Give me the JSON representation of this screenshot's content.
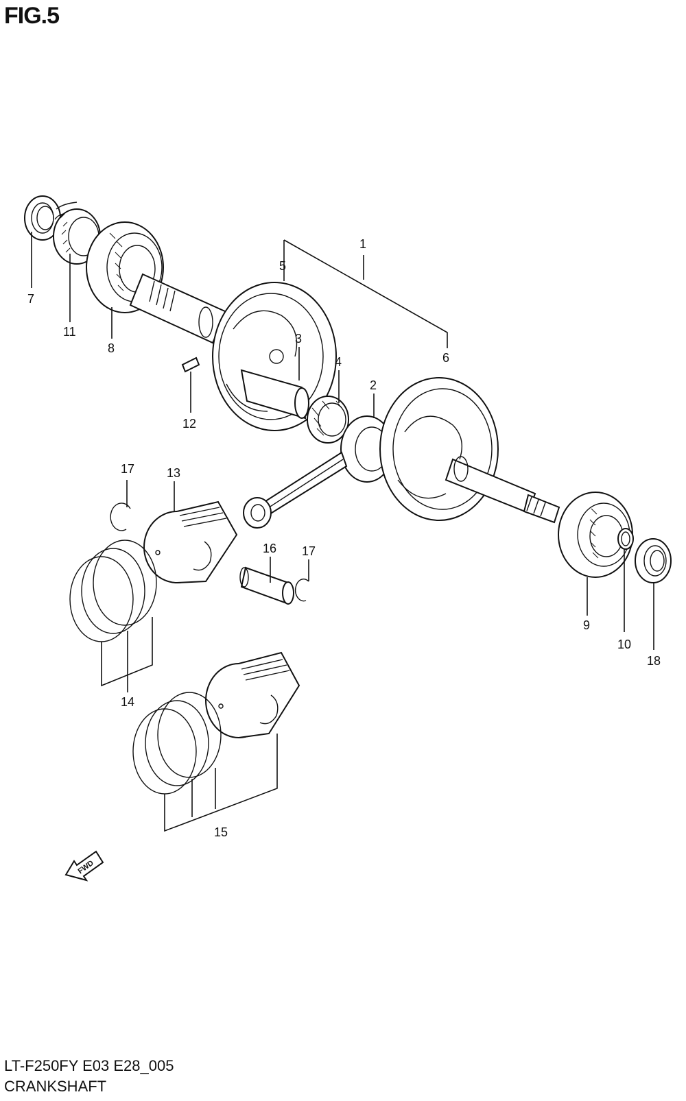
{
  "figure": {
    "title": "FIG.5",
    "model": "LT-F250FY E03 E28_005",
    "name": "CRANKSHAFT"
  },
  "callouts": [
    "1",
    "2",
    "3",
    "4",
    "5",
    "6",
    "7",
    "8",
    "9",
    "10",
    "11",
    "12",
    "13",
    "14",
    "15",
    "16",
    "17",
    "17",
    "18"
  ],
  "fwd_label": "FWD"
}
